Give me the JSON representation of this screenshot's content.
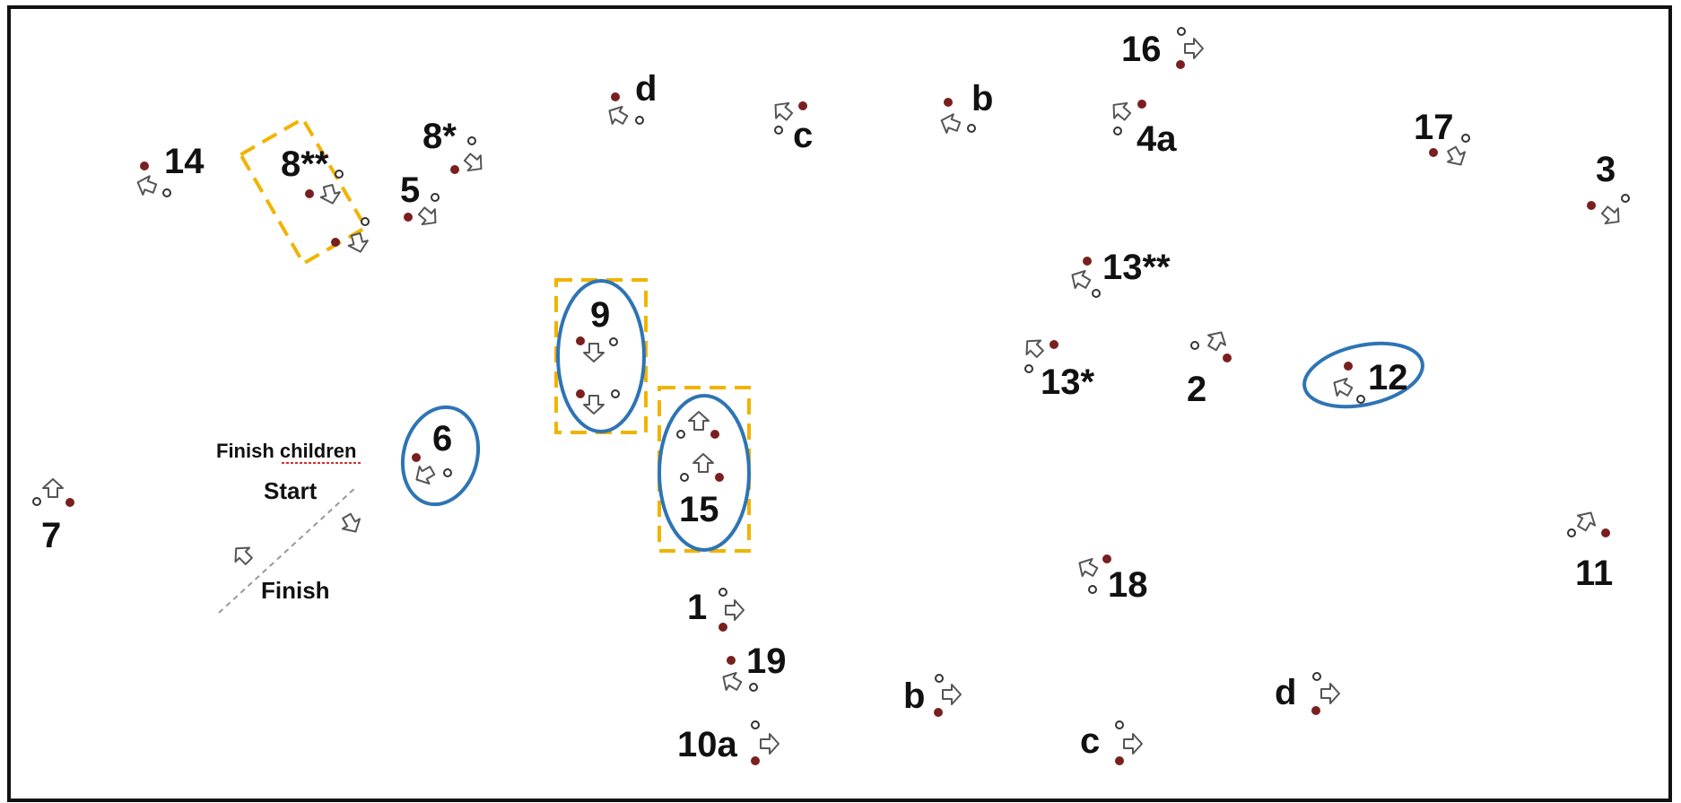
{
  "labels": {
    "n1": "1",
    "n2": "2",
    "n3": "3",
    "n4a": "4a",
    "n5": "5",
    "n6": "6",
    "n7": "7",
    "n8s": "8*",
    "n8ss": "8**",
    "n9": "9",
    "n10a": "10a",
    "n11": "11",
    "n12": "12",
    "n13s": "13*",
    "n13ss": "13**",
    "n14": "14",
    "n15": "15",
    "n16": "16",
    "n17": "17",
    "n18": "18",
    "n19": "19",
    "b_top": "b",
    "c_top": "c",
    "d_top": "d",
    "b_bottom": "b",
    "c_bottom": "c",
    "d_bottom": "d"
  },
  "legend": {
    "finish_children": "Finish children",
    "start": "Start",
    "finish": "Finish"
  },
  "colors": {
    "pole_inner": "#7a1f1f",
    "arrow_stroke": "#555555",
    "highlight_box": "#f0b400",
    "highlight_ring": "#2e74b5"
  },
  "icons": {
    "gate": "arrow-icon",
    "pole": "dot-icon"
  }
}
